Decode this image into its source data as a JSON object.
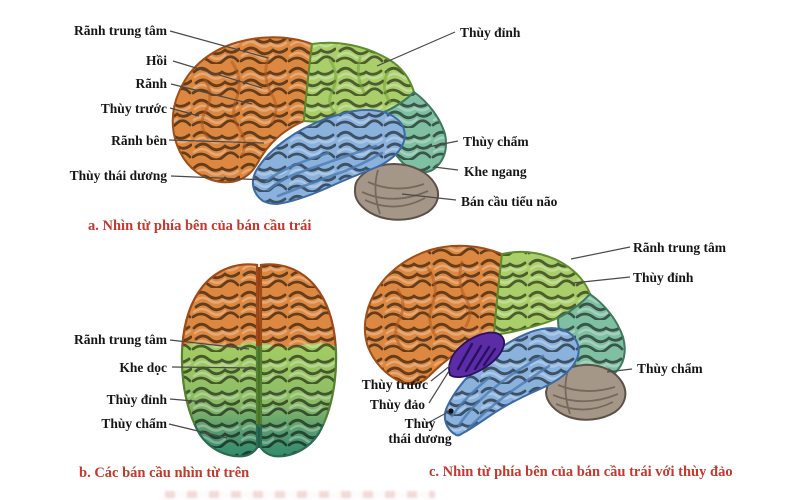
{
  "panels": {
    "a": {
      "caption": "a. Nhìn từ phía bên của bán cầu trái",
      "labels": {
        "ranh_trung_tam": "Rãnh trung tâm",
        "hoi": "Hồi",
        "ranh": "Rãnh",
        "thuy_truoc": "Thùy trước",
        "ranh_ben": "Rãnh bên",
        "thuy_thai_duong": "Thùy thái dương",
        "thuy_dinh": "Thùy đỉnh",
        "thuy_cham": "Thùy chẩm",
        "khe_ngang": "Khe ngang",
        "ban_cau_tieu_nao": "Bán cầu tiểu não"
      }
    },
    "b": {
      "caption": "b. Các bán cầu nhìn từ trên",
      "labels": {
        "ranh_trung_tam": "Rãnh trung tâm",
        "khe_doc": "Khe dọc",
        "thuy_dinh": "Thùy đỉnh",
        "thuy_cham": "Thùy chẩm"
      }
    },
    "c": {
      "caption": "c. Nhìn từ phía bên của bán cầu trái với thùy đảo",
      "labels": {
        "ranh_trung_tam": "Rãnh trung tâm",
        "thuy_dinh": "Thùy đỉnh",
        "thuy_cham": "Thùy chẩm",
        "thuy_truoc": "Thùy trước",
        "thuy_dao": "Thùy đảo",
        "thuy_thai_duong_1": "Thùy",
        "thuy_thai_duong_2": "thái dương"
      }
    }
  },
  "colors": {
    "frontal_lobe": "#DD8840",
    "parietal_lobe": "#A9CE6A",
    "temporal_lobe": "#8AB2DC",
    "occipital_lobe": "#7FBFA2",
    "occipital_top_view": "#2F8A6B",
    "cerebellum": "#A59788",
    "insula": "#5B2CA6",
    "caption_text": "#C2392E",
    "label_text": "#161616",
    "leader_line": "#4A4A4A",
    "background": "#FFFFFF"
  }
}
